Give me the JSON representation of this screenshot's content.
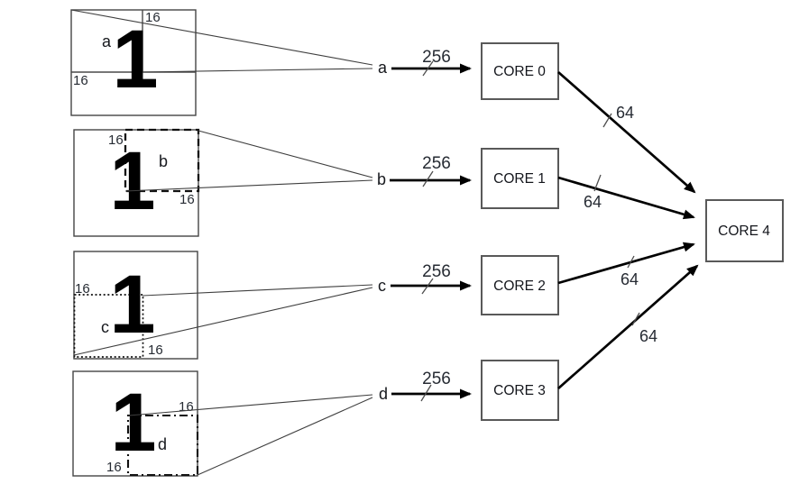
{
  "diagram": {
    "description": "Four 16x16 regions (a,b,c,d) of handwritten digit images fed over 256-bit buses into CORE 0..3, which feed CORE 4 over 64-bit buses",
    "colors": {
      "background": "#ffffff",
      "image_box_border": "#454545",
      "core_box_border": "#595959",
      "arrow": "#000000",
      "connector_line": "#3f3f3f",
      "text": "#262b33"
    },
    "images": [
      {
        "digit": "1",
        "region": "a",
        "region_width": "16",
        "region_height": "16",
        "region_outline": "solid"
      },
      {
        "digit": "1",
        "region": "b",
        "region_width": "16",
        "region_height": "16",
        "region_outline": "dashed"
      },
      {
        "digit": "1",
        "region": "c",
        "region_width": "16",
        "region_height": "16",
        "region_outline": "dotted"
      },
      {
        "digit": "1",
        "region": "d",
        "region_width": "16",
        "region_height": "16",
        "region_outline": "dash-dot"
      }
    ],
    "inputs": [
      {
        "label": "a",
        "bus_width": "256",
        "core": "CORE 0"
      },
      {
        "label": "b",
        "bus_width": "256",
        "core": "CORE 1"
      },
      {
        "label": "c",
        "bus_width": "256",
        "core": "CORE 2"
      },
      {
        "label": "d",
        "bus_width": "256",
        "core": "CORE 3"
      }
    ],
    "cores": [
      {
        "label": "CORE 0"
      },
      {
        "label": "CORE 1"
      },
      {
        "label": "CORE 2"
      },
      {
        "label": "CORE 3"
      }
    ],
    "output_core": {
      "label": "CORE 4"
    },
    "output_buses": [
      {
        "from": "CORE 0",
        "to": "CORE 4",
        "bus_width": "64"
      },
      {
        "from": "CORE 1",
        "to": "CORE 4",
        "bus_width": "64"
      },
      {
        "from": "CORE 2",
        "to": "CORE 4",
        "bus_width": "64"
      },
      {
        "from": "CORE 3",
        "to": "CORE 4",
        "bus_width": "64"
      }
    ]
  }
}
